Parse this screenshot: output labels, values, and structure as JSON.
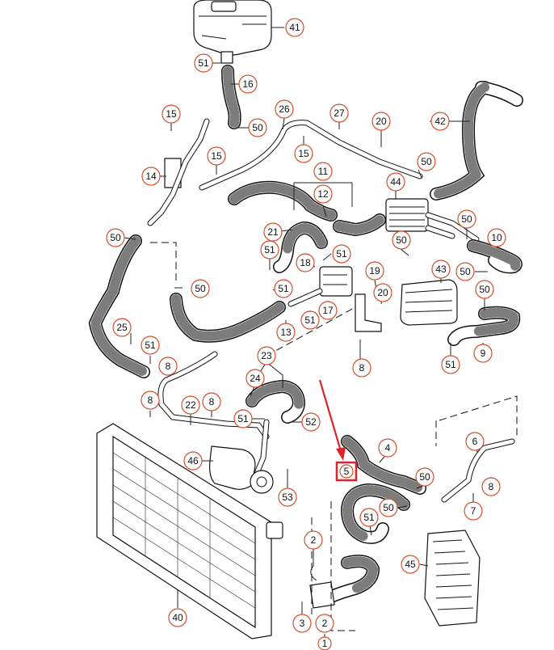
{
  "callouts": {
    "c41": "41",
    "c51a": "51",
    "c16": "16",
    "c50a": "50",
    "c26": "26",
    "c27": "27",
    "c20a": "20",
    "c42": "42",
    "c15a": "15",
    "c15b": "15",
    "c15c": "15",
    "c14": "14",
    "c11": "11",
    "c12": "12",
    "c44": "44",
    "c50b": "50",
    "c50c": "50",
    "c50d": "50",
    "c50e": "50",
    "c10": "10",
    "c21": "21",
    "c51b": "51",
    "c18": "18",
    "c51c": "51",
    "c19": "19",
    "c43": "43",
    "c50f": "50",
    "c50g": "50",
    "c50h": "50",
    "c51d": "51",
    "c17": "17",
    "c51e": "51",
    "c20b": "20",
    "c13": "13",
    "c25": "25",
    "c51f": "51",
    "c8a": "8",
    "c8b": "8",
    "c9": "9",
    "c51g": "51",
    "c23": "23",
    "c24": "24",
    "c8c": "8",
    "c22": "22",
    "c8d": "8",
    "c51h": "51",
    "c52": "52",
    "c46": "46",
    "c53": "53",
    "c4": "4",
    "c5": "5",
    "c6": "6",
    "c50i": "50",
    "c50j": "50",
    "c8e": "8",
    "c7": "7",
    "c51i": "51",
    "c2a": "2",
    "c45": "45",
    "c40": "40",
    "c3": "3",
    "c2b": "2",
    "c1": "1"
  },
  "highlight": {
    "target": "5",
    "color": "#e0202a"
  },
  "colors": {
    "callout_ring": "#d4502a",
    "line_art": "#111111",
    "highlight": "#e0202a"
  }
}
